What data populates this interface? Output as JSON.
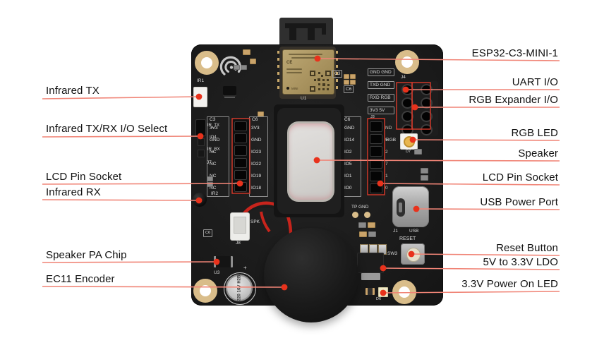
{
  "annotations": {
    "left": [
      "Infrared TX",
      "Infrared TX/RX I/O Select",
      "LCD Pin Socket",
      "Infrared RX",
      "Speaker PA Chip",
      "EC11 Encoder"
    ],
    "right": [
      "ESP32-C3-MINI-1",
      "UART I/O",
      "RGB Expander I/O",
      "RGB LED",
      "Speaker",
      "LCD Pin Socket",
      "USB Power Port",
      "Reset Button",
      "5V to 3.3V LDO",
      "3.3V Power On LED"
    ]
  },
  "board": {
    "silkscreen": {
      "ir1": "IR1",
      "u1": "U1",
      "c3": "C3",
      "c6": "C6",
      "j4": "J4",
      "j7": "J7",
      "j3": "J3",
      "ir2": "IR2",
      "rgb": "RGB",
      "d7": "D7",
      "spk": "SPK",
      "j8": "J8",
      "u3": "U3",
      "c6b": "C6",
      "tp_gnd": "TP GND",
      "j1": "J1",
      "usb": "USB",
      "reset": "RESET",
      "sw3": "SW3",
      "d6": "D6",
      "plus": "+",
      "mini": "MINI",
      "ce": "CE"
    },
    "uart_pinout": [
      "GND GND",
      "TXD GND",
      "RXD RGB",
      "3V3 5V"
    ],
    "ir_select": [
      "IR_TX",
      "IO4",
      "IR_RX"
    ],
    "left_socket": {
      "col1_header": "C3",
      "col1": [
        "3V3",
        "GND",
        "NC",
        "NC",
        "NC",
        "NC"
      ],
      "col2_header": "C6",
      "col2": [
        "3V3",
        "GND",
        "IO23",
        "IO22",
        "IO19",
        "IO18"
      ]
    },
    "right_socket": {
      "col1_header": "C6",
      "col1": [
        "GND",
        "IO14",
        "IO2",
        "IO5",
        "IO1",
        "IO0"
      ],
      "col2_partial": [
        "ND",
        "5",
        "2",
        "7",
        "1",
        "0"
      ]
    },
    "capacitor_marking": [
      "220",
      "16V",
      "H2B"
    ]
  },
  "colors": {
    "background": "#FFFFFF",
    "pcb": "#1B1B1B",
    "pad_gold": "#D9BD8A",
    "module_shield": "#AD9763",
    "leader_line": "#F08476",
    "marker_dot": "#E8321C",
    "highlight_box": "#D93A2B",
    "label_text": "#111111"
  }
}
